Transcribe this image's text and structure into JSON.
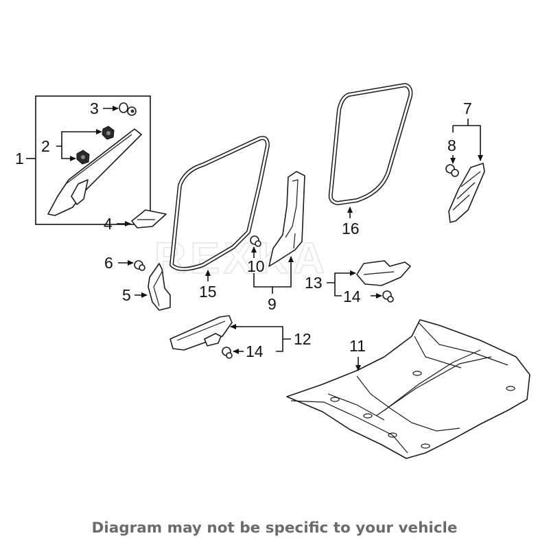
{
  "callouts": {
    "c1": "1",
    "c2": "2",
    "c3": "3",
    "c4": "4",
    "c5": "5",
    "c6": "6",
    "c7": "7",
    "c8": "8",
    "c9": "9",
    "c10": "10",
    "c11": "11",
    "c12": "12",
    "c13": "13",
    "c14a": "14",
    "c14b": "14",
    "c15": "15",
    "c16": "16"
  },
  "watermark": "REXKA",
  "disclaimer": "Diagram may not be specific to your vehicle",
  "colors": {
    "ink": "#1a1a1a",
    "caption": "#6b6b6b",
    "watermark": "#e4e4e4"
  }
}
